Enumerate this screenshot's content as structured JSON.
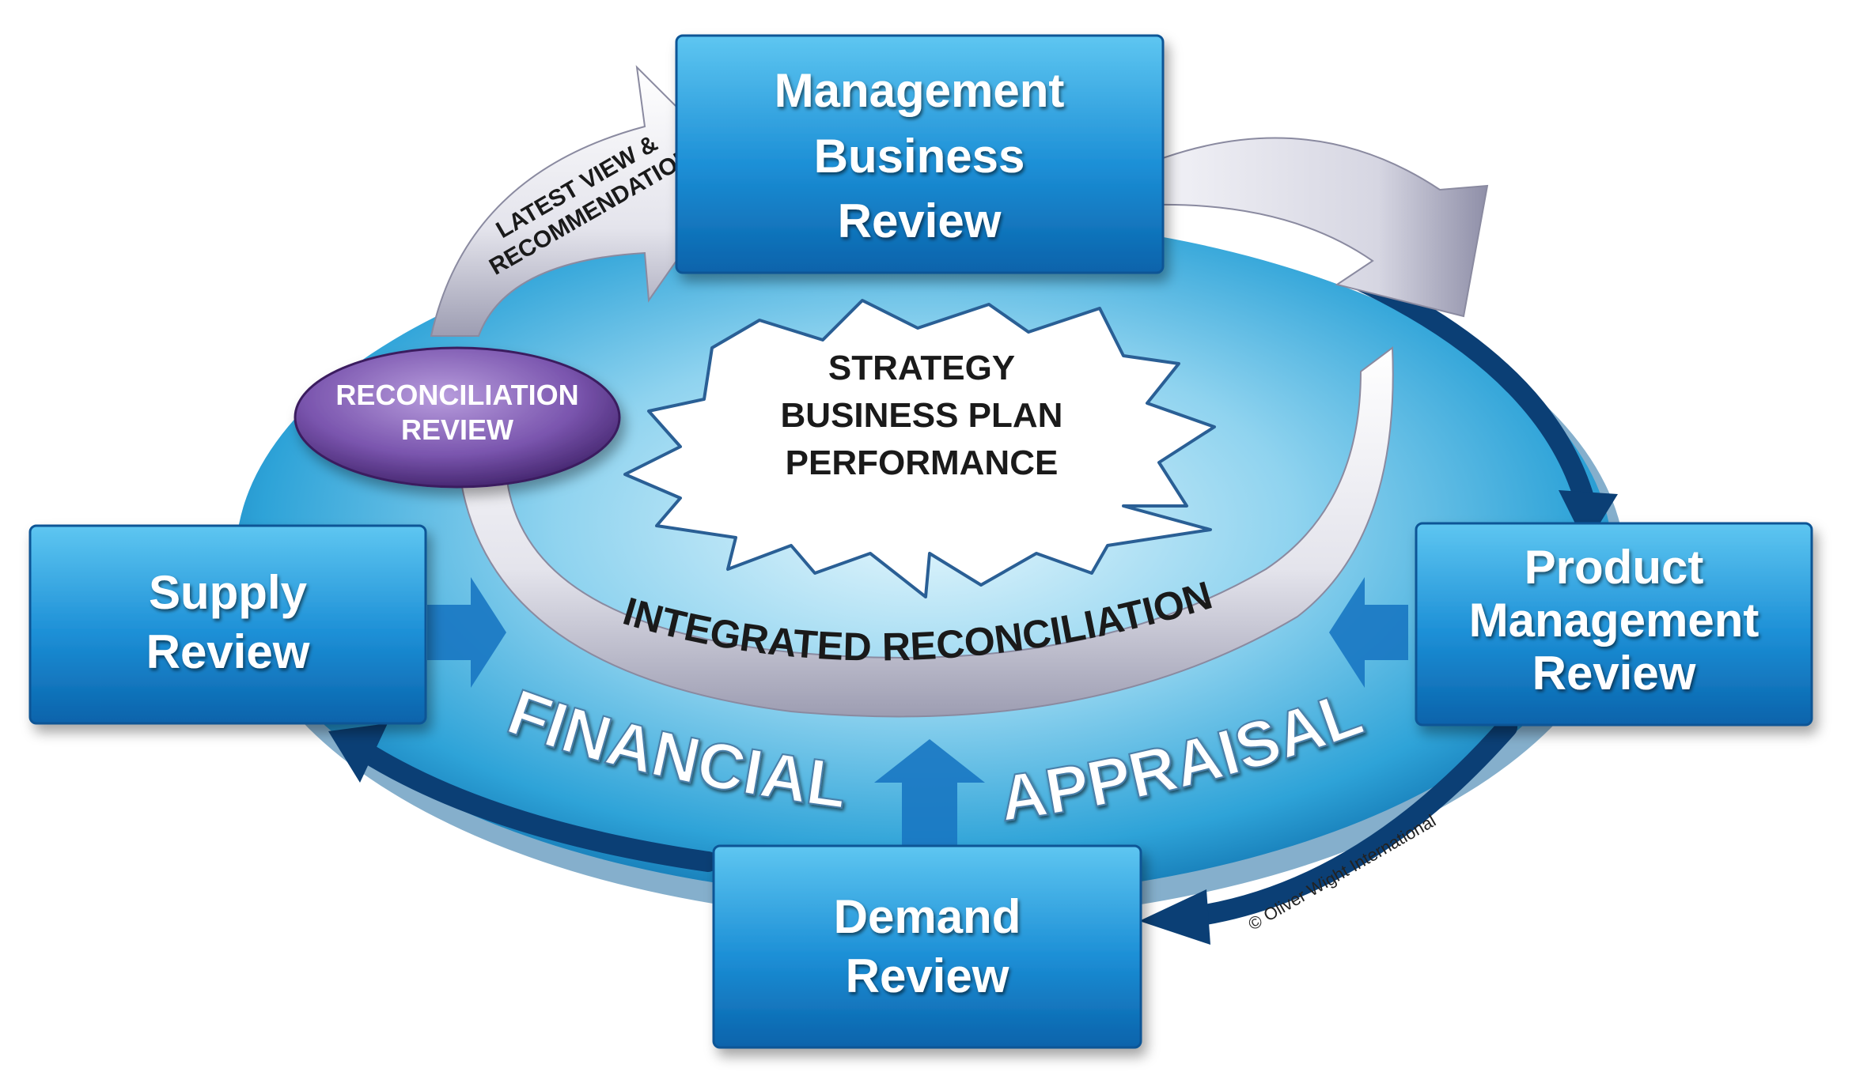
{
  "center_burst": {
    "line1": "STRATEGY",
    "line2": "BUSINESS PLAN",
    "line3": "PERFORMANCE"
  },
  "boxes": {
    "management": {
      "line1": "Management",
      "line2": "Business",
      "line3": "Review"
    },
    "supply": {
      "line1": "Supply",
      "line2": "Review"
    },
    "product": {
      "line1": "Product",
      "line2": "Management",
      "line3": "Review"
    },
    "demand": {
      "line1": "Demand",
      "line2": "Review"
    }
  },
  "reconciliation_review": {
    "line1": "RECONCILIATION",
    "line2": "REVIEW"
  },
  "latest_view_arrow": {
    "line1": "LATEST VIEW &",
    "line2": "RECOMMENDATION"
  },
  "integrated_band": {
    "label": "INTEGRATED RECONCILIATION"
  },
  "financial_appraisal": {
    "word1": "FINANCIAL",
    "word2": "APPRAISAL"
  },
  "copyright": "© Oliver Wight International",
  "colors": {
    "box_blue_light": "#45b8ec",
    "box_blue_dark": "#0a6db5",
    "ellipse_light": "#d9f1fb",
    "ellipse_mid": "#46b6e2",
    "ellipse_dark": "#0b5f9a",
    "arrow_dark": "#0b3f75",
    "purple_light": "#a98bd0",
    "purple_dark": "#4b2a78",
    "silver": "#c9c9d6"
  }
}
